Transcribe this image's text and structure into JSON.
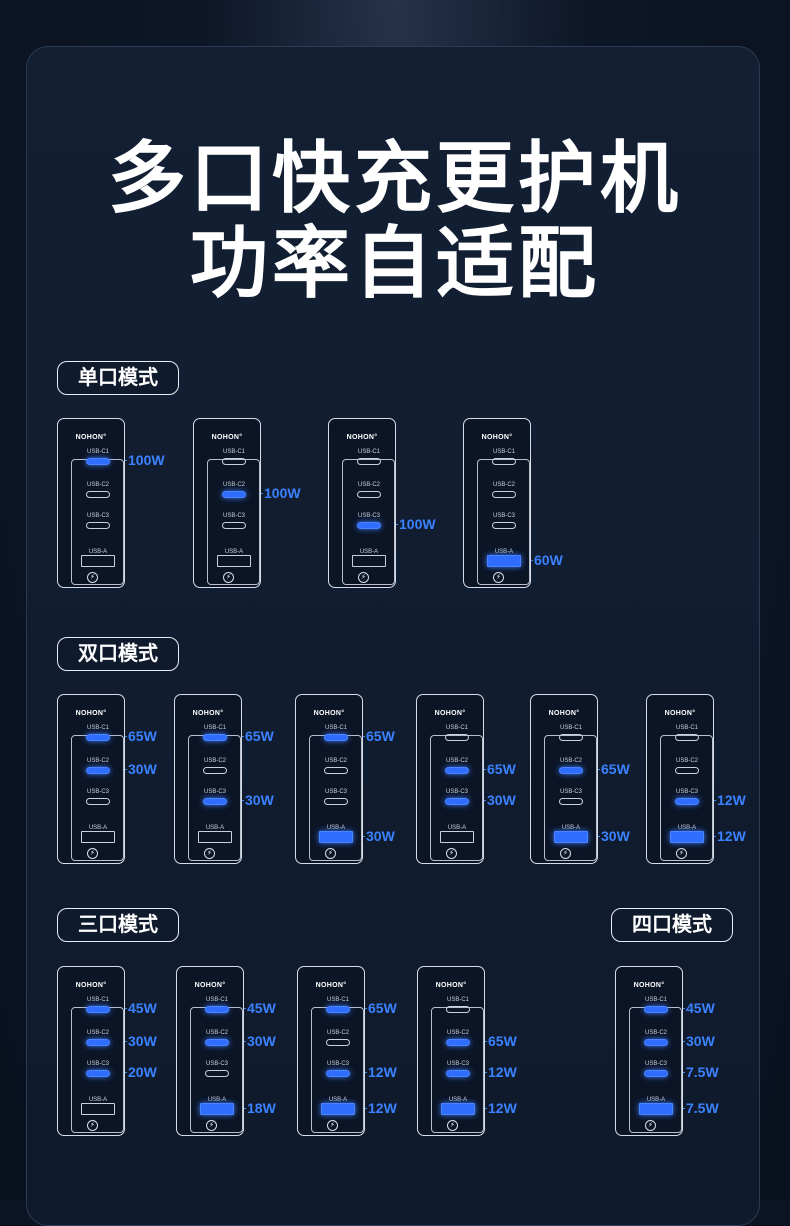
{
  "title": {
    "line1": "多口快充更护机",
    "line2": "功率自适配"
  },
  "brand": "NOHON",
  "port_labels": {
    "c1": "USB-C1",
    "c2": "USB-C2",
    "c3": "USB-C3",
    "a": "USB-A"
  },
  "colors": {
    "accent": "#3b82ff",
    "background": "#0f1a2c",
    "text": "#ffffff"
  },
  "groups": [
    {
      "label": "单口模式",
      "chargers": [
        {
          "c1": "100W",
          "c2": "",
          "c3": "",
          "a": ""
        },
        {
          "c1": "",
          "c2": "100W",
          "c3": "",
          "a": ""
        },
        {
          "c1": "",
          "c2": "",
          "c3": "100W",
          "a": ""
        },
        {
          "c1": "",
          "c2": "",
          "c3": "",
          "a": "60W"
        }
      ]
    },
    {
      "label": "双口模式",
      "chargers": [
        {
          "c1": "65W",
          "c2": "30W",
          "c3": "",
          "a": ""
        },
        {
          "c1": "65W",
          "c2": "",
          "c3": "30W",
          "a": ""
        },
        {
          "c1": "65W",
          "c2": "",
          "c3": "",
          "a": "30W"
        },
        {
          "c1": "",
          "c2": "65W",
          "c3": "30W",
          "a": ""
        },
        {
          "c1": "",
          "c2": "65W",
          "c3": "",
          "a": "30W"
        },
        {
          "c1": "",
          "c2": "",
          "c3": "12W",
          "a": "12W"
        }
      ]
    },
    {
      "label": "三口模式",
      "chargers": [
        {
          "c1": "45W",
          "c2": "30W",
          "c3": "20W",
          "a": ""
        },
        {
          "c1": "45W",
          "c2": "30W",
          "c3": "",
          "a": "18W"
        },
        {
          "c1": "65W",
          "c2": "",
          "c3": "12W",
          "a": "12W"
        },
        {
          "c1": "",
          "c2": "65W",
          "c3": "12W",
          "a": "12W"
        }
      ]
    },
    {
      "label": "四口模式",
      "chargers": [
        {
          "c1": "45W",
          "c2": "30W",
          "c3": "7.5W",
          "a": "7.5W"
        }
      ]
    }
  ]
}
